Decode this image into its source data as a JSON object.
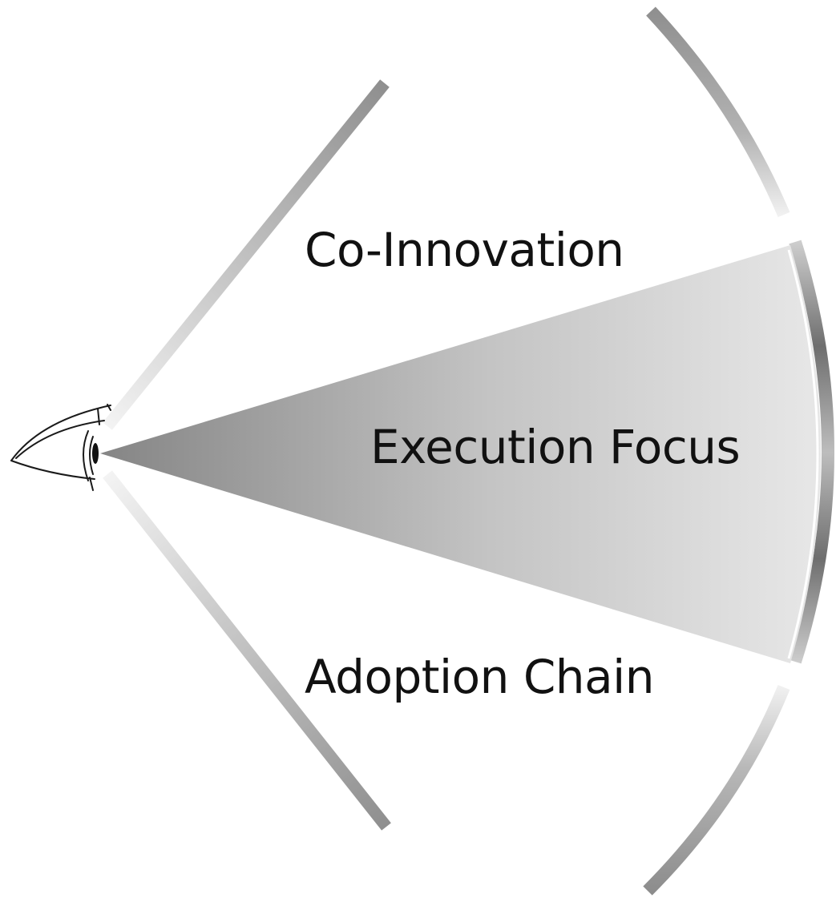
{
  "labels": {
    "top": "Co-Innovation",
    "center": "Execution Focus",
    "bottom": "Adoption Chain"
  },
  "icons": {
    "viewer": "eye-icon"
  },
  "colors": {
    "background": "#ffffff",
    "text": "#111111",
    "cone_dark": "#8a8a8a",
    "cone_light": "#e4e4e4",
    "bracket_light": "#f2f2f2",
    "bracket_dark": "#8c8c8c"
  }
}
